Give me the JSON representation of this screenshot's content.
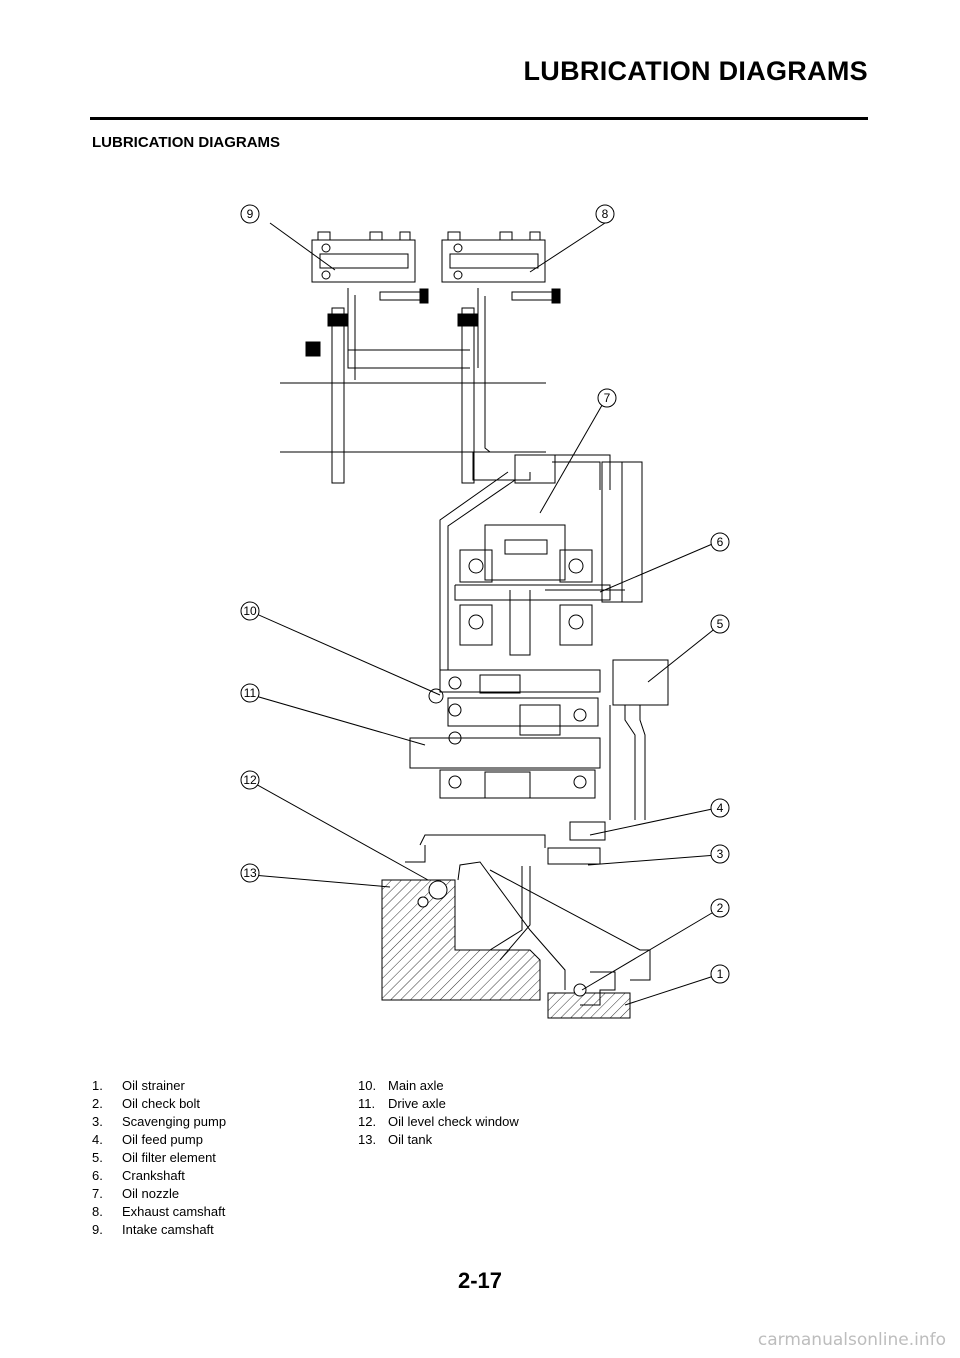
{
  "header": {
    "title": "LUBRICATION DIAGRAMS"
  },
  "section": {
    "title": "LUBRICATION DIAGRAMS"
  },
  "callouts": [
    "1",
    "2",
    "3",
    "4",
    "5",
    "6",
    "7",
    "8",
    "9",
    "10",
    "11",
    "12",
    "13"
  ],
  "legend": {
    "col1": [
      {
        "num": "1.",
        "label": "Oil strainer"
      },
      {
        "num": "2.",
        "label": "Oil check bolt"
      },
      {
        "num": "3.",
        "label": "Scavenging pump"
      },
      {
        "num": "4.",
        "label": "Oil feed pump"
      },
      {
        "num": "5.",
        "label": "Oil filter element"
      },
      {
        "num": "6.",
        "label": "Crankshaft"
      },
      {
        "num": "7.",
        "label": "Oil nozzle"
      },
      {
        "num": "8.",
        "label": "Exhaust camshaft"
      },
      {
        "num": "9.",
        "label": "Intake camshaft"
      }
    ],
    "col2": [
      {
        "num": "10.",
        "label": "Main axle"
      },
      {
        "num": "11.",
        "label": "Drive axle"
      },
      {
        "num": "12.",
        "label": "Oil level check window"
      },
      {
        "num": "13.",
        "label": "Oil tank"
      }
    ]
  },
  "footer": {
    "page_number": "2-17"
  },
  "watermark": "carmanualsonline.info"
}
